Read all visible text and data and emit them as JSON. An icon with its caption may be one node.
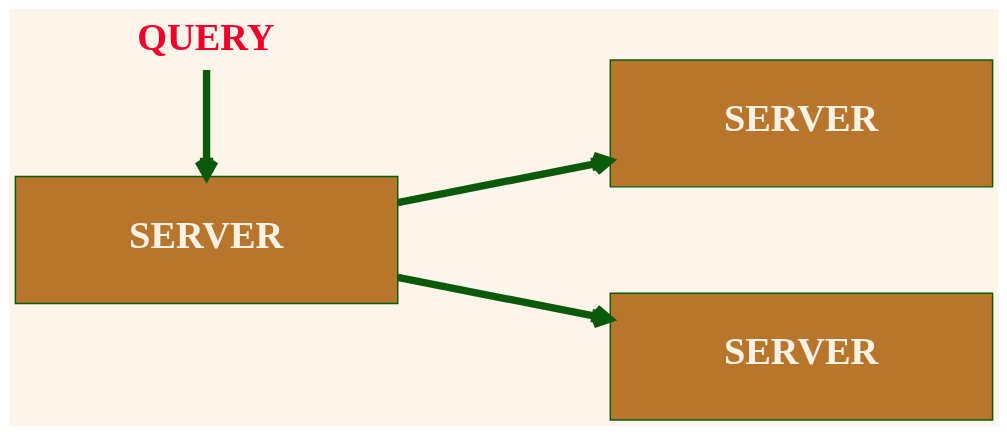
{
  "diagram": {
    "nodes": [
      {
        "text": [
          "SERVER"
        ]
      },
      {
        "text": [
          "SERVER"
        ]
      },
      {
        "text": [
          "SERVER"
        ]
      },
      {
        "text": [
          "QUERY"
        ]
      }
    ],
    "edges": [
      {
        "from": 0,
        "to": 1,
        "arrow": "to"
      },
      {
        "from": 0,
        "to": 2,
        "arrow": "to"
      },
      {
        "from": 3,
        "to": 0,
        "arrow": "to"
      }
    ]
  }
}
